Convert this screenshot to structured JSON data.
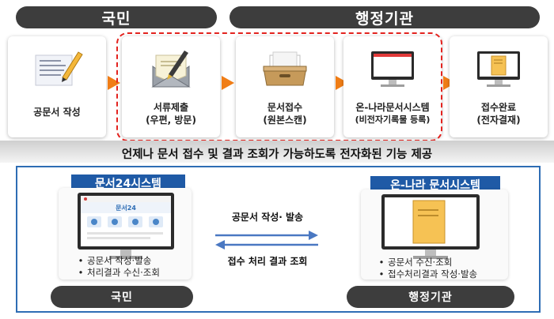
{
  "top_left_pill": "국민",
  "top_right_pill": "행정기관",
  "steps": [
    {
      "icon": "document-writing-icon",
      "line1": "공문서 작성",
      "line2": ""
    },
    {
      "icon": "envelope-pen-icon",
      "line1": "서류제출",
      "line2": "(우편, 방문)"
    },
    {
      "icon": "document-tray-icon",
      "line1": "문서접수",
      "line2": "(원본스캔)"
    },
    {
      "icon": "monitor-icon",
      "line1": "온-나라문서시스템",
      "line2": "(비전자기록물 등록)"
    },
    {
      "icon": "monitor-folder-icon",
      "line1": "접수완료",
      "line2": "(전자결재)"
    }
  ],
  "band_title": "언제나 문서 접수 및 결과 조회가 가능하도록 전자화된 기능 제공",
  "left_system": {
    "title": "문서24시스템",
    "screen_brand": "문서24",
    "bullets": [
      "공문서 작성·발송",
      "처리결과 수신·조회"
    ],
    "footer": "국민"
  },
  "right_system": {
    "title": "온-나라 문서시스템",
    "bullets": [
      "공문서 수신·조회",
      "접수처리결과 작성·발송"
    ],
    "footer": "행정기관"
  },
  "exchange": {
    "top_label": "공문서 작성· 발송",
    "bottom_label": "접수 처리 결과 조회"
  },
  "colors": {
    "pill": "#3d3d3d",
    "arrow": "#f07d16",
    "dashed_border": "#e3231f",
    "blue": "#1f5aa6"
  }
}
